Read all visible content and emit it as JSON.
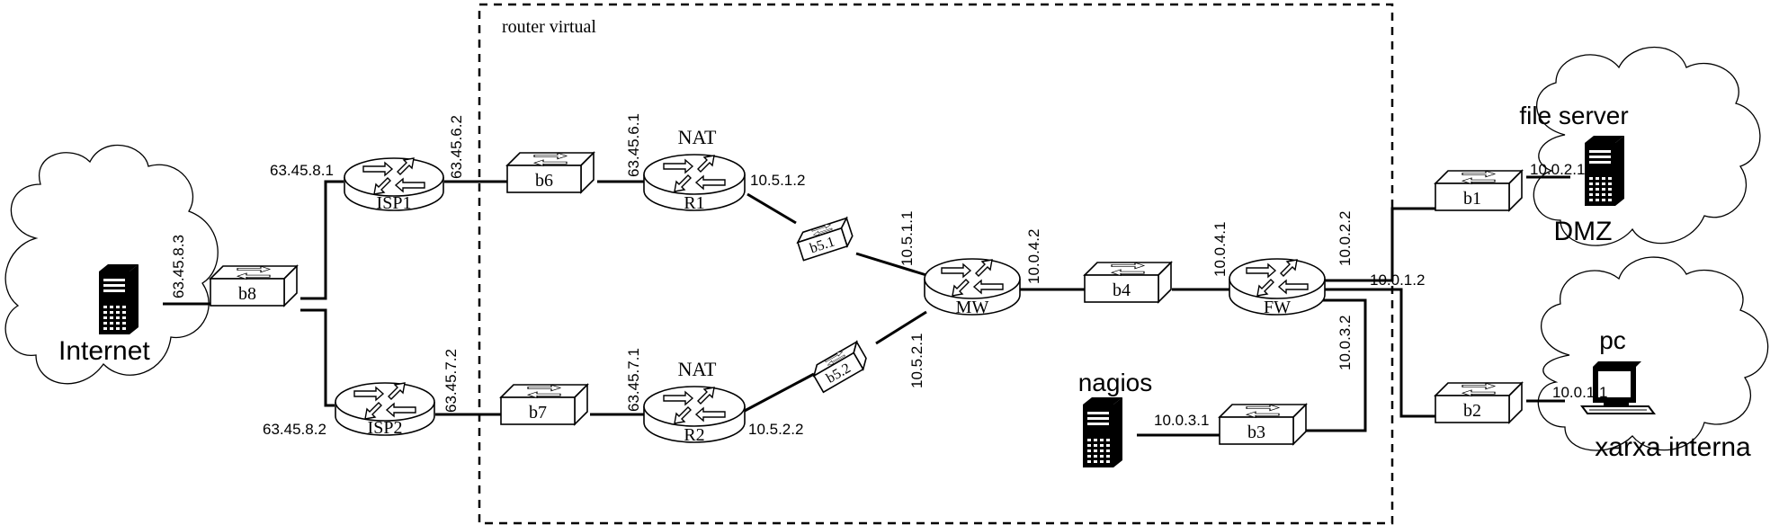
{
  "region_label": "router virtual",
  "clouds": {
    "internet": "Internet",
    "file_server": "file server",
    "dmz": "DMZ",
    "pc": "pc",
    "internal": "xarxa interna"
  },
  "routers": {
    "isp1": "ISP1",
    "isp2": "ISP2",
    "r1": "R1",
    "r2": "R2",
    "mw": "MW",
    "fw": "FW"
  },
  "nat_labels": {
    "r1": "NAT",
    "r2": "NAT"
  },
  "switches": {
    "b1": "b1",
    "b2": "b2",
    "b3": "b3",
    "b4": "b4",
    "b51": "b5.1",
    "b52": "b5.2",
    "b6": "b6",
    "b7": "b7",
    "b8": "b8"
  },
  "hosts": {
    "nagios": "nagios"
  },
  "ips": {
    "internet_srv": "63.45.8.3",
    "isp1_left": "63.45.8.1",
    "isp1_right": "63.45.6.2",
    "isp2_left": "63.45.8.2",
    "isp2_right": "63.45.7.2",
    "r1_left": "63.45.6.1",
    "r1_right": "10.5.1.2",
    "r2_left": "63.45.7.1",
    "r2_right": "10.5.2.2",
    "mw_top": "10.5.1.1",
    "mw_bottom": "10.5.2.1",
    "mw_right": "10.0.4.2",
    "fw_left": "10.0.4.1",
    "fw_dmz": "10.0.2.2",
    "fw_int": "10.0.1.2",
    "fw_nagios": "10.0.3.2",
    "file_server": "10.0.2.1",
    "pc": "10.0.1.1",
    "nagios": "10.0.3.1"
  }
}
